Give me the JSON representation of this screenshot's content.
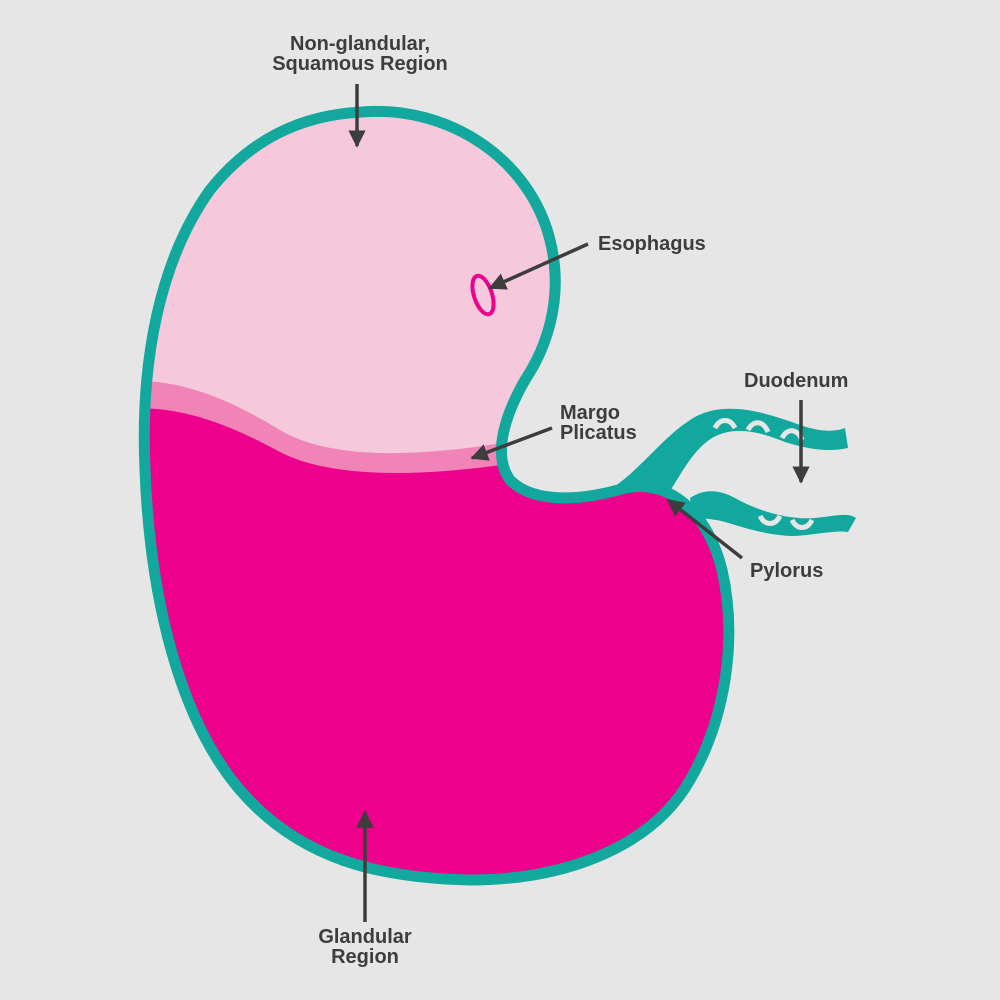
{
  "labels": {
    "non_glandular": [
      "Non-glandular,",
      "Squamous Region"
    ],
    "esophagus": "Esophagus",
    "margo_plicatus": [
      "Margo",
      "Plicatus"
    ],
    "duodenum": "Duodenum",
    "pylorus": "Pylorus",
    "glandular": [
      "Glandular",
      "Region"
    ]
  },
  "colors": {
    "background": "#e6e6e6",
    "outline_teal": "#12a89d",
    "non_glandular_fill": "#f6c8dc",
    "margo_plicatus_band": "#f184b6",
    "glandular_fill": "#ec008c",
    "esophagus_ring": "#ec008c",
    "arrow": "#3d3d3d",
    "text": "#3d3d3d"
  }
}
